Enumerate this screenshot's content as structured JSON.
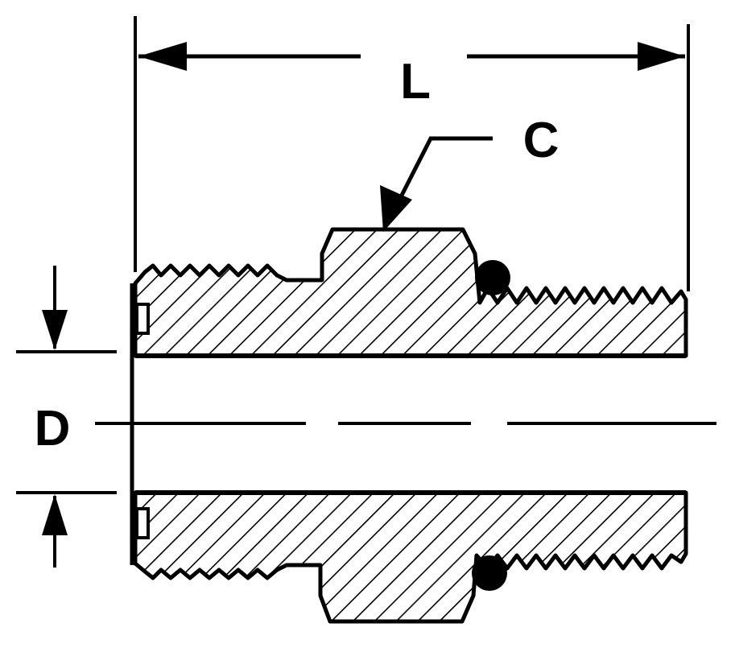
{
  "labels": {
    "length": "L",
    "diameter": "D",
    "hex": "C"
  }
}
